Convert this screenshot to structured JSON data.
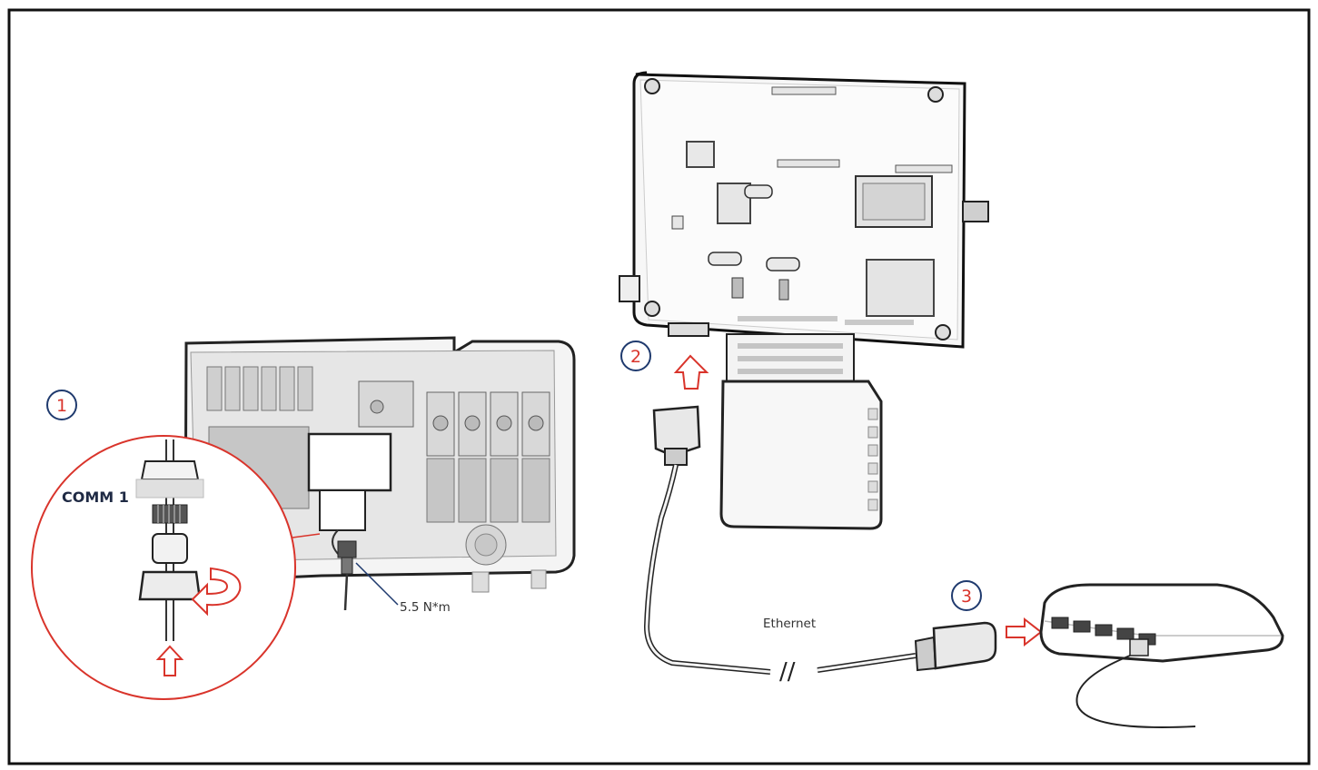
{
  "steps": [
    {
      "number": "1"
    },
    {
      "number": "2"
    },
    {
      "number": "3"
    }
  ],
  "labels": {
    "comm": "COMM 1",
    "torque": "5.5 N*m",
    "cable": "Ethernet",
    "break_mark": "//"
  },
  "colors": {
    "accent_red": "#d9342b",
    "step_blue": "#1f3a6e",
    "line_dark": "#222222",
    "frame": "#111111"
  },
  "icons": [
    "cable-gland-icon",
    "rotate-arrow-icon",
    "up-arrow-icon",
    "router-icon",
    "ethernet-plug-icon"
  ]
}
